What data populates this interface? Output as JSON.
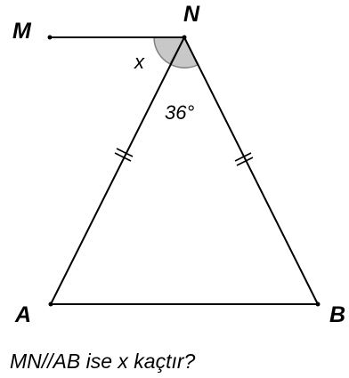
{
  "points": {
    "M": "M",
    "N": "N",
    "A": "A",
    "B": "B"
  },
  "angles": {
    "unknown": "x",
    "apex": "36°"
  },
  "question": "MN//AB ise x kaçtır?",
  "colors": {
    "line": "#000000",
    "angle_fill": "#c8c8c8",
    "angle_stroke": "#808080"
  }
}
